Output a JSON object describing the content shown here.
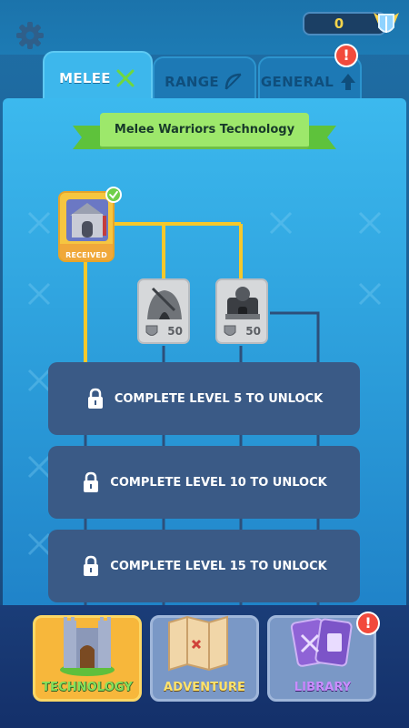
{
  "currency": {
    "amount": "0"
  },
  "tabs": [
    {
      "label": "MELEE",
      "active": true
    },
    {
      "label": "RANGE",
      "active": false
    },
    {
      "label": "GENERAL",
      "active": false,
      "alert": "!"
    }
  ],
  "ribbon_title": "Melee Warriors Technology",
  "nodes": {
    "received_label": "RECEIVED",
    "cost_1": "50",
    "cost_2": "50"
  },
  "locks": [
    "COMPLETE LEVEL 5 TO UNLOCK",
    "COMPLETE LEVEL 10 TO UNLOCK",
    "COMPLETE LEVEL 15 TO UNLOCK"
  ],
  "bottom_nav": {
    "technology": "TECHNOLOGY",
    "adventure": "ADVENTURE",
    "library": "LIBRARY",
    "library_alert": "!"
  },
  "colors": {
    "panel_top": "#3cb9ee",
    "tech_active": "#f7b73b",
    "line_yellow": "#f6c82b",
    "line_dark": "#2d4f7a"
  }
}
